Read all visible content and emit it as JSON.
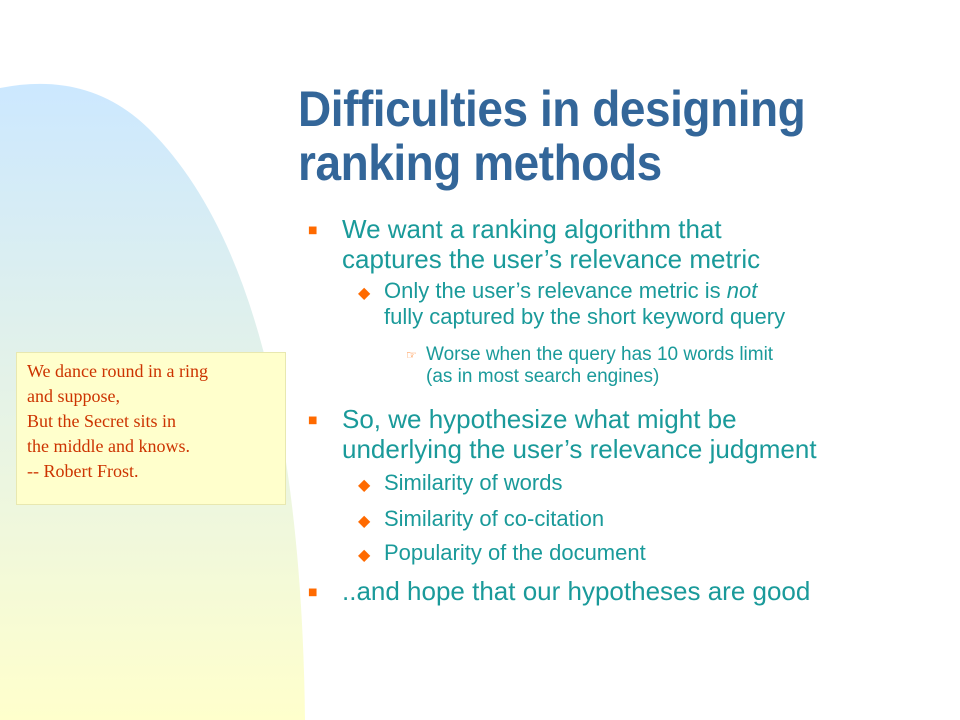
{
  "slide": {
    "title_lines": [
      "Difficulties in designing",
      "ranking methods"
    ],
    "items": [
      {
        "level": 1,
        "lines": [
          "We want a ranking algorithm that",
          "captures the user’s relevance metric"
        ]
      },
      {
        "level": 2,
        "lines": [
          "Only the user’s relevance metric is ",
          "not",
          " fully captured by the short keyword query"
        ]
      },
      {
        "level": 3,
        "lines": [
          "Worse  when the query has 10 words limit",
          "(as in most search engines)"
        ]
      },
      {
        "level": 1,
        "lines": [
          "So, we hypothesize what might be",
          "underlying the user’s relevance judgment"
        ]
      },
      {
        "level": 2,
        "lines": [
          "Similarity of words"
        ]
      },
      {
        "level": 2,
        "lines": [
          "Similarity of co-citation"
        ]
      },
      {
        "level": 2,
        "lines": [
          "Popularity of the document"
        ]
      },
      {
        "level": 1,
        "lines": [
          "..and hope that our hypotheses are good"
        ]
      }
    ],
    "quote": {
      "lines": [
        "We dance round in a ring",
        "and suppose,",
        "But the Secret sits in",
        "the middle and knows.",
        "-- Robert Frost."
      ]
    },
    "colors": {
      "title": "#336699",
      "body_text": "#1a9a9a",
      "bullet": "#ff6a00",
      "quote_text": "#cc3300",
      "quote_bg": "#ffffcc",
      "bg_gradient_top": "#cce8ff",
      "bg_gradient_bottom": "#ffffcc"
    },
    "bullet_glyphs": {
      "level1": "■",
      "level2": "◆",
      "level3": "☞"
    }
  }
}
